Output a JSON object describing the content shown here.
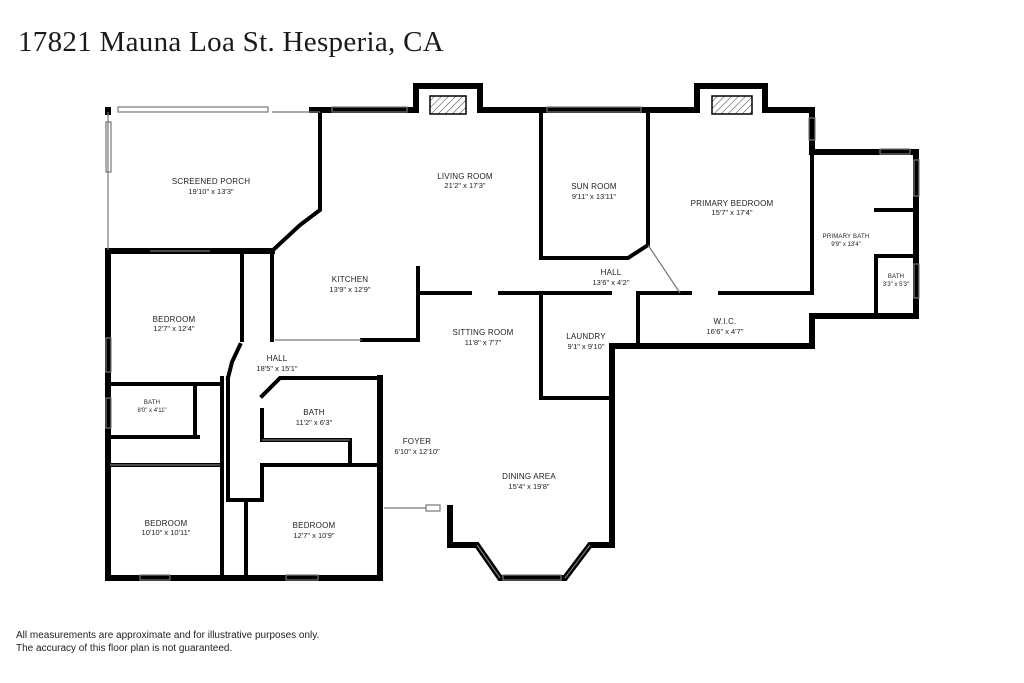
{
  "title": "17821 Mauna Loa St. Hesperia, CA",
  "rooms": {
    "screened_porch": {
      "name": "SCREENED PORCH",
      "dims": "19'10\" x 13'3\""
    },
    "living_room": {
      "name": "LIVING ROOM",
      "dims": "21'2\" x 17'3\""
    },
    "sun_room": {
      "name": "SUN ROOM",
      "dims": "9'11\" x 13'11\""
    },
    "primary_bedroom": {
      "name": "PRIMARY BEDROOM",
      "dims": "15'7\" x 17'4\""
    },
    "primary_bath": {
      "name": "PRIMARY BATH",
      "dims": "9'9\" x 13'4\""
    },
    "bath_small": {
      "name": "BATH",
      "dims": "3'3\" x 5'3\""
    },
    "hall_upper": {
      "name": "HALL",
      "dims": "13'6\" x 4'2\""
    },
    "kitchen": {
      "name": "KITCHEN",
      "dims": "13'9\" x 12'9\""
    },
    "bedroom_left_top": {
      "name": "BEDROOM",
      "dims": "12'7\" x 12'4\""
    },
    "sitting_room": {
      "name": "SITTING ROOM",
      "dims": "11'8\" x 7'7\""
    },
    "laundry": {
      "name": "LAUNDRY",
      "dims": "9'1\" x 9'10\""
    },
    "wic": {
      "name": "W.I.C.",
      "dims": "16'6\" x 4'7\""
    },
    "hall_left": {
      "name": "HALL",
      "dims": "18'5\" x 15'1\""
    },
    "bath_left": {
      "name": "BATH",
      "dims": "8'0\" x 4'11\""
    },
    "bath_center": {
      "name": "BATH",
      "dims": "11'2\" x 6'3\""
    },
    "foyer": {
      "name": "FOYER",
      "dims": "6'10\" x 12'10\""
    },
    "dining_area": {
      "name": "DINING AREA",
      "dims": "15'4\" x 19'8\""
    },
    "bedroom_bottom_left": {
      "name": "BEDROOM",
      "dims": "10'10\" x 10'11\""
    },
    "bedroom_bottom_center": {
      "name": "BEDROOM",
      "dims": "12'7\" x 10'9\""
    }
  },
  "disclaimer": {
    "line1": "All measurements are approximate and for illustrative purposes only.",
    "line2": "The accuracy of this floor plan is not guaranteed."
  }
}
